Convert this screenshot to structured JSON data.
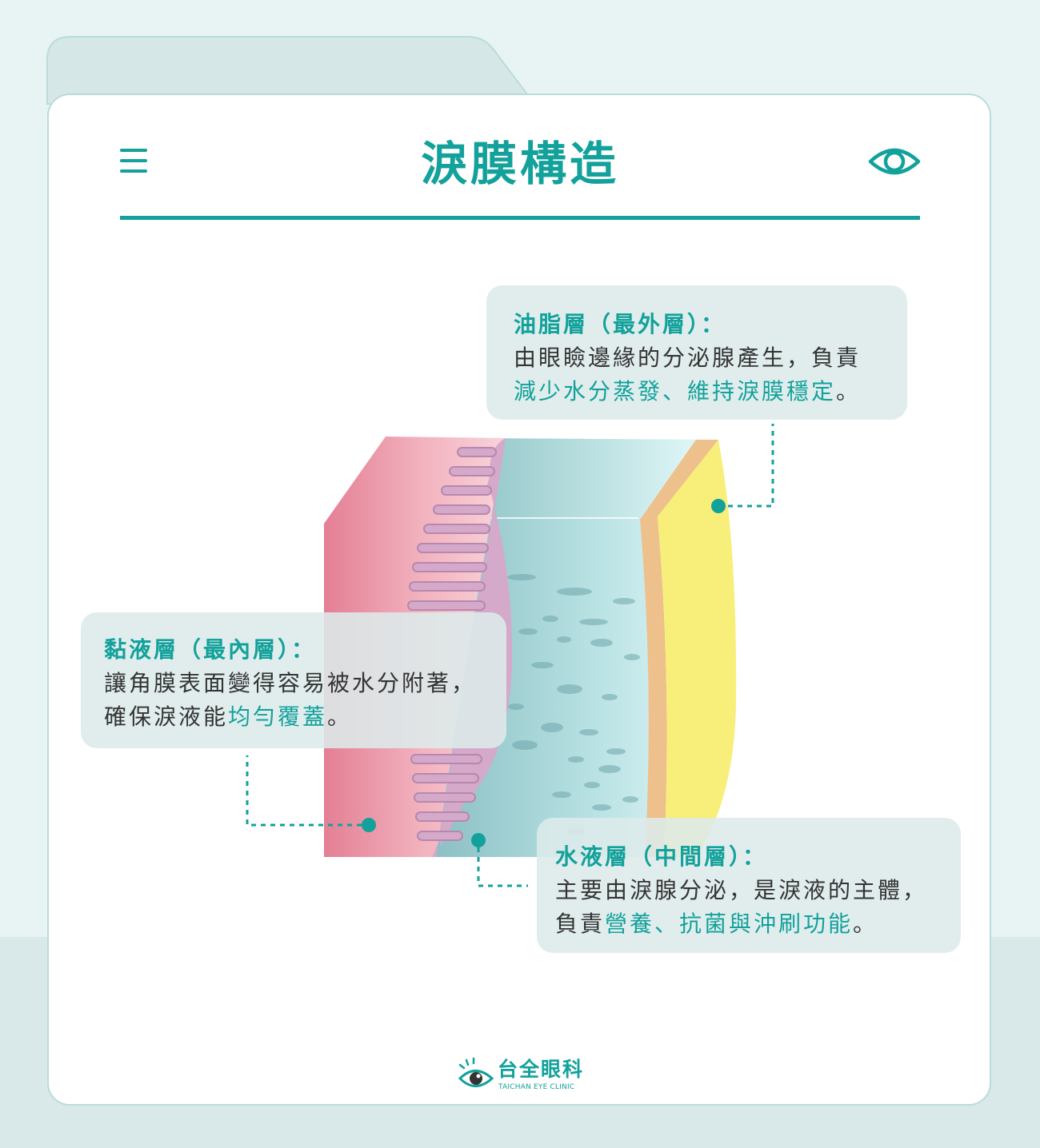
{
  "header": {
    "title": "淚膜構造",
    "menu_icon": "menu-icon",
    "action_icon": "eye-icon"
  },
  "colors": {
    "accent": "#12a19b",
    "mucin_layer": "#d4a9c9",
    "aqueous_layer": "#aee0e2",
    "lipid_layer": "#f7ef7a",
    "epithelium": "#e8849a"
  },
  "callouts": {
    "lipid": {
      "heading": "油脂層（最外層）：",
      "line1": "由眼瞼邊緣的分泌腺產生，負責",
      "line2_highlight": "減少水分蒸發、維持淚膜穩定",
      "line2_tail": "。"
    },
    "mucin": {
      "heading": "黏液層（最內層）：",
      "line1": "讓角膜表面變得容易被水分附著，",
      "line2_head": "確保淚液能",
      "line2_highlight": "均勻覆蓋",
      "line2_tail": "。"
    },
    "aqueous": {
      "heading": "水液層（中間層）：",
      "line1": "主要由淚腺分泌，是淚液的主體，",
      "line2_head": "負責",
      "line2_highlight": "營養、抗菌與沖刷功能",
      "line2_tail": "。"
    }
  },
  "footer": {
    "logo_cn": "台全眼科",
    "logo_en": "TAICHAN EYE CLINIC",
    "logo_icon": "eye-logo-icon"
  }
}
